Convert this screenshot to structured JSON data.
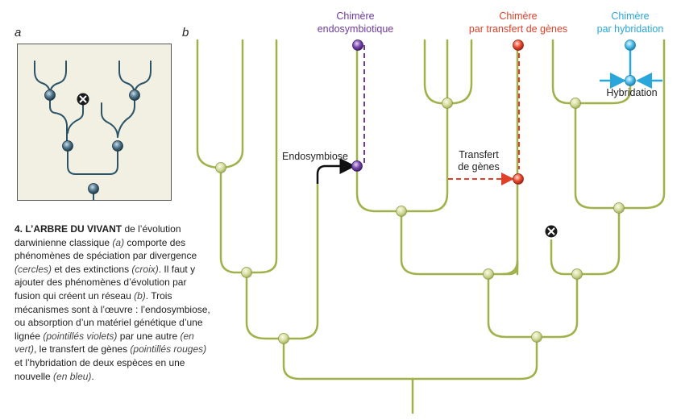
{
  "panel_a": {
    "letter": "a"
  },
  "panel_b": {
    "letter": "b",
    "labels": {
      "chimera_endo_line1": "Chimère",
      "chimera_endo_line2": "endosymbiotique",
      "chimera_transfer_line1": "Chimère",
      "chimera_transfer_line2": "par transfert de gènes",
      "chimera_hybrid_line1": "Chimère",
      "chimera_hybrid_line2": "par hybridation",
      "hybridation": "Hybridation",
      "endosymbiose": "Endosymbiose",
      "transfert_line1": "Transfert",
      "transfert_line2": "de gènes"
    }
  },
  "caption": {
    "title": "4. L’ARBRE DU VIVANT",
    "t1": " de l’évolution darwinienne classique ",
    "i1": "(a)",
    "t2": " comporte des phénomènes de spéciation par divergence ",
    "i2": "(cercles)",
    "t3": " et des extinctions ",
    "i3": "(croix)",
    "t4": ". Il faut y ajouter des phénomènes d’évolution par fusion qui créent un réseau ",
    "i4": "(b)",
    "t5": ". Trois mécanismes sont à l’œuvre : l’endosymbiose, ou absorption d’un matériel génétique d’une lignée ",
    "i5": "(pointillés violets)",
    "t6": " par une autre ",
    "i6": "(en vert)",
    "t7": ", le transfert de gènes ",
    "i7": "(pointillés rouges)",
    "t8": " et l’hybridation de deux espèces en une nouvelle ",
    "i8": "(en bleu)",
    "t9": "."
  },
  "colors": {
    "tree_a": "#2b5468",
    "tree_b": "#9fb24a",
    "endosymbiosis": "#6e3aa0",
    "gene_transfer": "#e0402a",
    "hybridization": "#29a7dc",
    "panel_bg": "#f1f0e2"
  },
  "icons": {
    "node": "circle-node",
    "extinction": "cross-circle-icon"
  }
}
